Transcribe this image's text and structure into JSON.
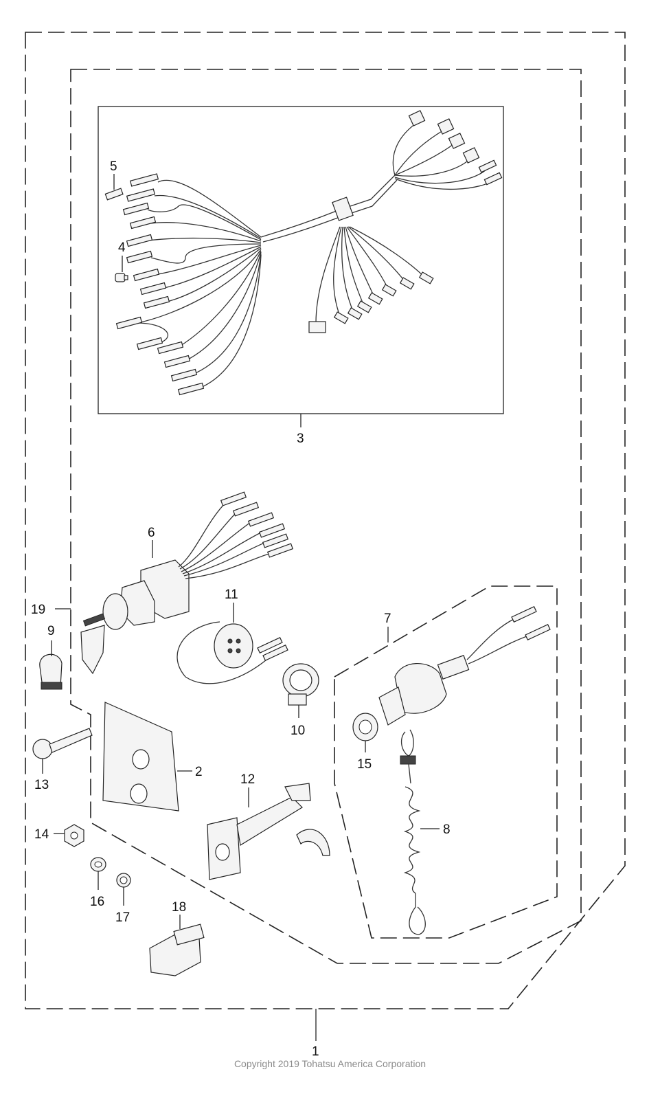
{
  "callouts": {
    "n1": "1",
    "n2": "2",
    "n3": "3",
    "n4": "4",
    "n5": "5",
    "n6": "6",
    "n7": "7",
    "n8": "8",
    "n9": "9",
    "n10": "10",
    "n11": "11",
    "n12": "12",
    "n13": "13",
    "n14": "14",
    "n15": "15",
    "n16": "16",
    "n17": "17",
    "n18": "18",
    "n19": "19"
  },
  "copyright": "Copyright 2019 Tohatsu America Corporation",
  "colors": {
    "line": "#222222",
    "background": "#ffffff",
    "copyright_text": "#8a8a8a"
  }
}
